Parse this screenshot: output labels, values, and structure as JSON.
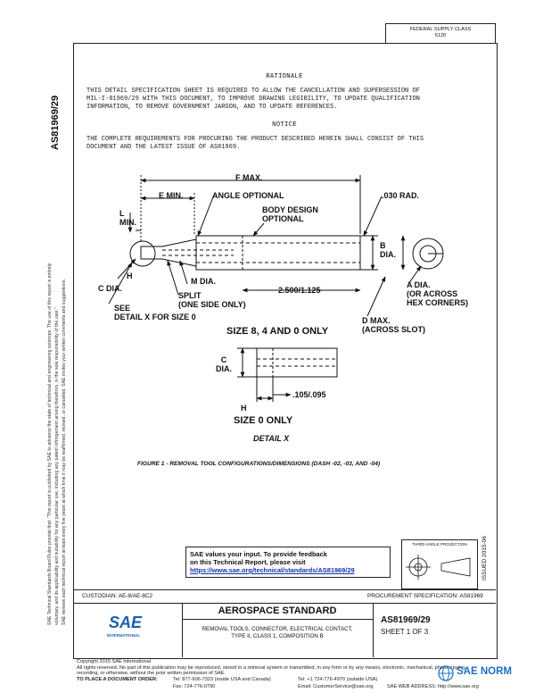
{
  "header": {
    "box_line1": "FEDERAL SUPPLY CLASS",
    "box_line2": "5120"
  },
  "doc_code_vertical": "AS81969/29",
  "side_notice": [
    "SAE Technical Standards Board Rules provide that: \"This report is published by SAE to advance the state of technical and engineering sciences. The use of this report is entirely",
    "voluntary, and its applicability and suitability for any particular use, including any patent infringement arising therefrom, is the sole responsibility of the user.\"",
    "SAE reviews each technical report at least every five years at which time it may be reaffirmed, revised, or cancelled. SAE invites your written comments and suggestions."
  ],
  "rationale": {
    "heading": "RATIONALE",
    "text": [
      "THIS DETAIL SPECIFICATION SHEET IS REQUIRED TO ALLOW THE CANCELLATION AND SUPERSESSION OF",
      "MIL-I-81969/29 WITH THIS DOCUMENT, TO IMPROVE DRAWING LEGIBILITY, TO UPDATE QUALIFICATION",
      "INFORMATION, TO REMOVE GOVERNMENT JARGON, AND TO UPDATE REFERENCES."
    ]
  },
  "notice": {
    "heading": "NOTICE",
    "text": [
      "THE COMPLETE REQUIREMENTS FOR PROCURING THE PRODUCT DESCRIBED HEREIN SHALL CONSIST OF THIS",
      "DOCUMENT AND THE LATEST ISSUE OF AS81969."
    ]
  },
  "drawing": {
    "labels": {
      "f_max": "F MAX.",
      "e_min": "E MIN.",
      "angle_optional": "ANGLE OPTIONAL",
      "body_design_1": "BODY DESIGN",
      "body_design_2": "OPTIONAL",
      "rad": ".030 RAD.",
      "l_min_1": "L",
      "l_min_2": "MIN.",
      "h": "H",
      "c_dia": "C DIA.",
      "m_dia": "M DIA.",
      "split_1": "SPLIT",
      "split_2": "(ONE SIDE ONLY)",
      "see_1": "SEE",
      "see_2": "DETAIL X FOR SIZE 0",
      "dim": "2.500/1.125",
      "b_dia_1": "B",
      "b_dia_2": "DIA.",
      "a_dia_1": "A DIA.",
      "a_dia_2": "(OR ACROSS",
      "a_dia_3": "HEX CORNERS)",
      "d_max_1": "D MAX.",
      "d_max_2": "(ACROSS SLOT)",
      "size_840": "SIZE 8, 4 AND 0 ONLY",
      "c_detail_1": "C",
      "c_detail_2": "DIA.",
      "h_detail": "H",
      "dim_105": ".105/.095",
      "size_0": "SIZE 0 ONLY",
      "detail_x": "DETAIL X"
    }
  },
  "figure_caption": "FIGURE 1 - REMOVAL TOOL CONFIGURATIONS/DIMENSIONS (DASH -02, -03, AND -04)",
  "feedback": {
    "line1": "SAE values your input. To provide feedback",
    "line2": "on this Technical Report, please visit",
    "link": "https://www.sae.org/technical/standards/AS81969/29"
  },
  "projection_label": "THIRD ANGLE PROJECTION",
  "issued": "ISSUED 2015-06",
  "title_block": {
    "custodian": "CUSTODIAN: AE-8/AE-8C2",
    "procurement": "PROCUREMENT SPECIFICATION: AS81969",
    "standard_title": "AEROSPACE STANDARD",
    "desc_line1": "REMOVAL TOOLS, CONNECTOR, ELECTRICAL CONTACT,",
    "desc_line2": "TYPE II, CLASS 1, COMPOSITION B",
    "doc_number": "AS81969/29",
    "sheet": "SHEET 1 OF 3",
    "sae_logo": "SAE",
    "sae_logo_sub": "INTERNATIONAL"
  },
  "footer": {
    "copyright": "Copyright 2015 SAE International",
    "rights_1": "All rights reserved. No part of this publication may be reproduced, stored in a retrieval system or transmitted, in any form or by any means, electronic, mechanical, photocopying,",
    "rights_2": "recording, or otherwise, without the prior written permission of SAE.",
    "order_label": "TO PLACE A DOCUMENT ORDER:",
    "tel_us": "Tel: 877-606-7323 (inside USA and Canada)",
    "tel_intl": "Tel: +1 724-776-4970 (outside USA)",
    "fax": "Fax: 724-776-0790",
    "email": "Email: CustomerService@sae.org",
    "web": "SAE WEB ADDRESS: http://www.sae.org"
  },
  "watermark": "SAE NORM"
}
